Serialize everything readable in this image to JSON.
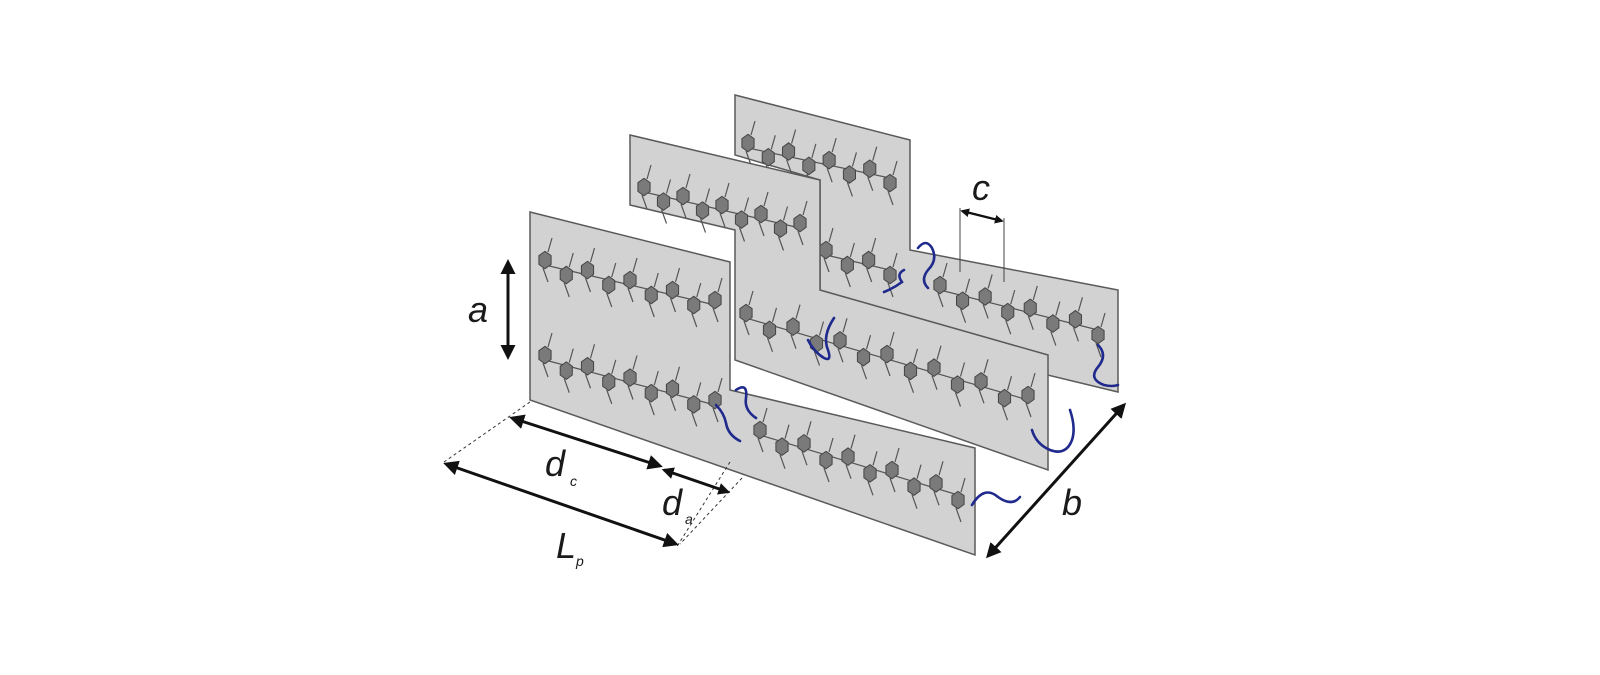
{
  "diagram": {
    "labels": {
      "a": "a",
      "b": "b",
      "c": "c",
      "d_c": "d",
      "d_c_sub": "c",
      "d_a": "d",
      "d_a_sub": "a",
      "L_p": "L",
      "L_p_sub": "p"
    },
    "colors": {
      "background": "#ffffff",
      "sheet_fill": "#d2d2d2",
      "sheet_stroke": "#5a5a5a",
      "crystal_unit": "#7a7a7a",
      "amorphous_chain": "#1f2a8c",
      "arrow": "#111111"
    }
  }
}
